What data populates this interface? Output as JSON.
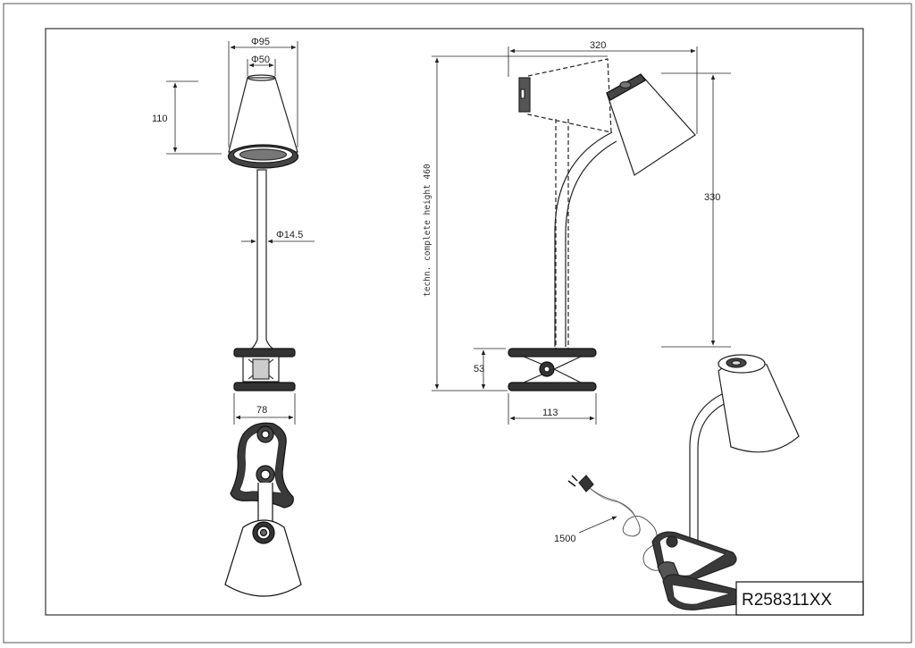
{
  "drawing": {
    "dimensions": {
      "shade_outer_diameter": "Φ95",
      "shade_inner_diameter": "Φ50",
      "shade_height": "110",
      "stem_diameter": "Φ14.5",
      "clamp_width": "78",
      "arm_reach": "320",
      "total_height_label": "techn. complete height 460",
      "shade_to_clamp_height": "330",
      "clamp_height": "53",
      "clamp_depth": "113",
      "cable_length": "1500"
    },
    "product_code": "R258311XX"
  }
}
